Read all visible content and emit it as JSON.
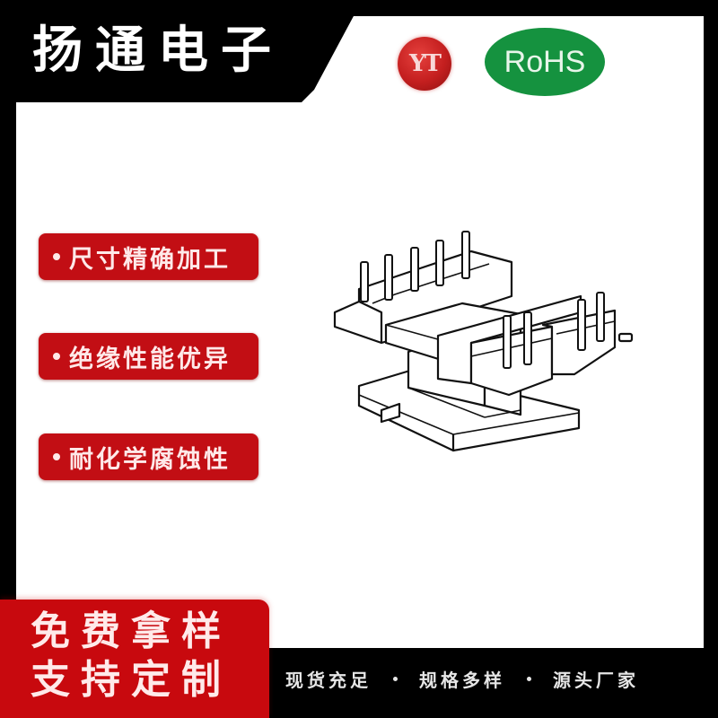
{
  "header": {
    "brand_title": "扬通电子",
    "logo_text": "YT",
    "certification_badge": "RoHS"
  },
  "features": [
    {
      "label": "尺寸精确加工"
    },
    {
      "label": "绝缘性能优异"
    },
    {
      "label": "耐化学腐蚀性"
    }
  ],
  "product": {
    "image_description": "transformer-bobbin-line-drawing"
  },
  "promo": {
    "line1": "免费拿样",
    "line2": "支持定制"
  },
  "footer": {
    "taglines": [
      "现货充足",
      "规格多样",
      "源头厂家"
    ]
  },
  "colors": {
    "brand_red": "#c8090e",
    "rohs_green": "#15923f",
    "frame_black": "#000000"
  }
}
